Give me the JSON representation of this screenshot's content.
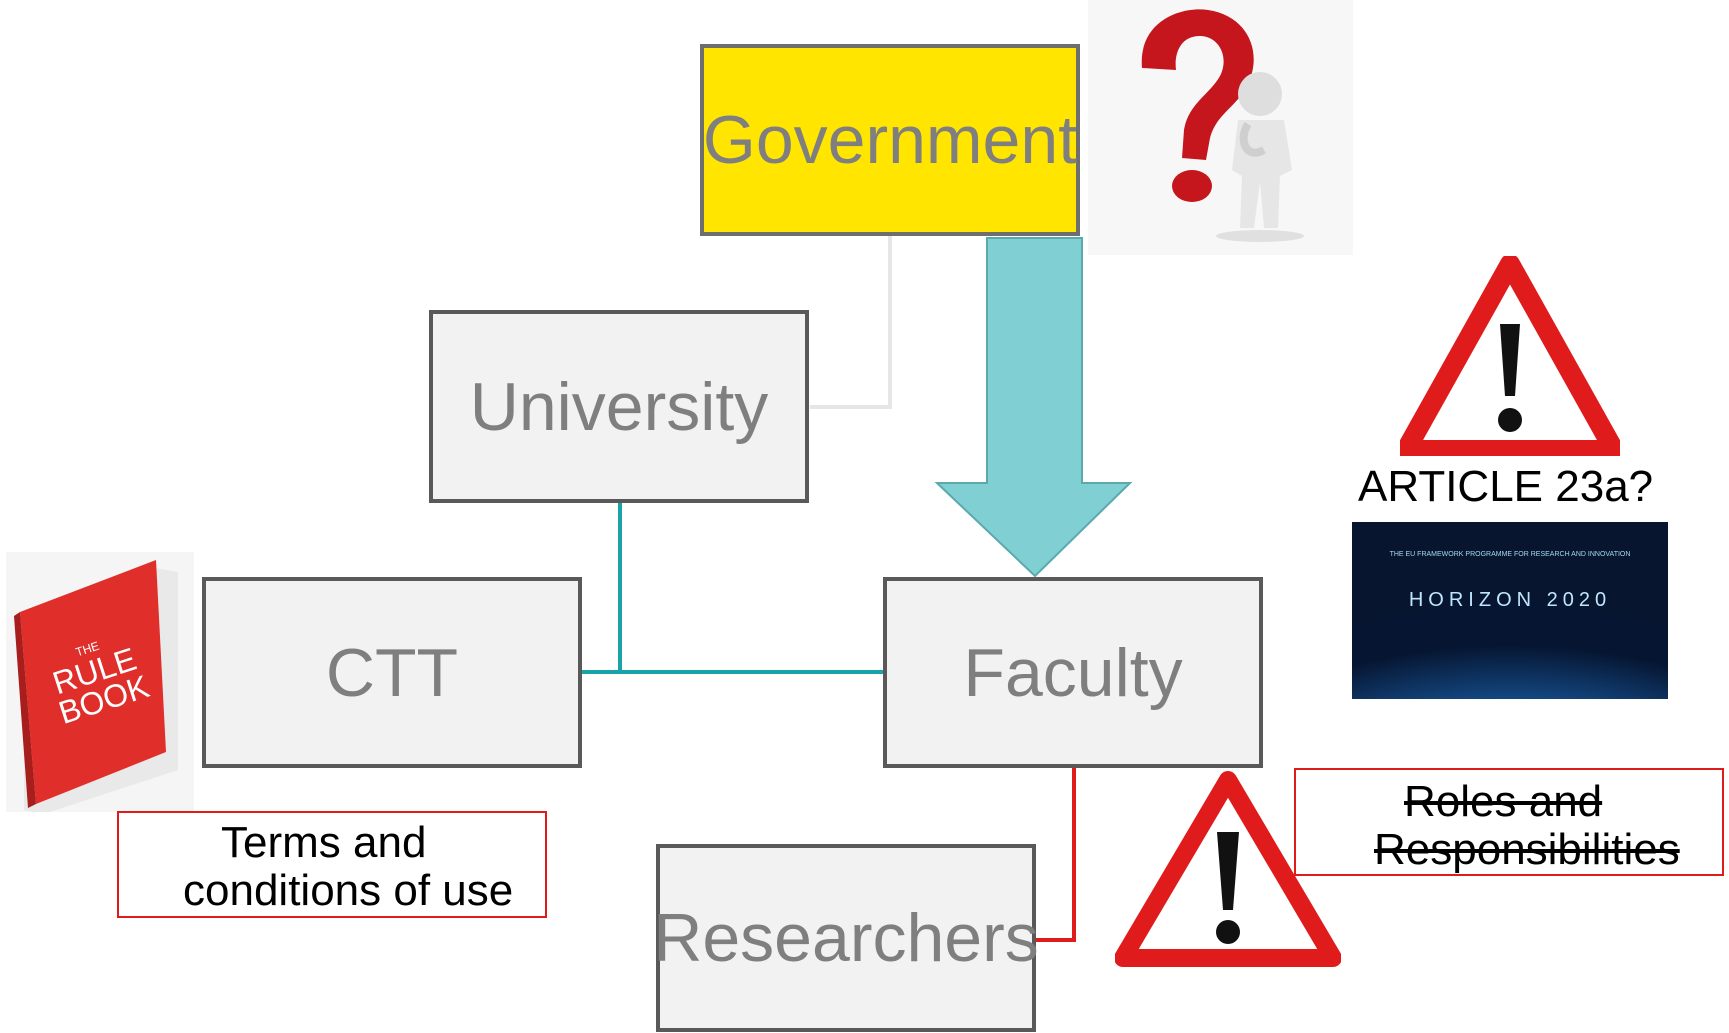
{
  "nodes": {
    "government": "Government",
    "university": "University",
    "ctt": "CTT",
    "faculty": "Faculty",
    "researchers": "Researchers"
  },
  "notes": {
    "terms_line1": "Terms and",
    "terms_line2": "conditions of use",
    "roles_line1": "Roles and",
    "roles_line2": "Responsibilities",
    "article": "ARTICLE 23a?"
  },
  "images": {
    "rulebook_line1": "THE",
    "rulebook_line2": "RULE",
    "rulebook_line3": "BOOK",
    "horizon_text": "HORIZON 2020",
    "horizon_subtitle": "THE EU FRAMEWORK PROGRAMME FOR RESEARCH AND INNOVATION"
  },
  "colors": {
    "government_fill": "#ffe500",
    "box_fill": "#f2f2f2",
    "arrow_fill": "#80cfd3",
    "teal_connector": "#1aa3a8",
    "red_connector": "#e01b1b",
    "warning_red": "#e01b1b"
  },
  "icons": [
    "question-mark-figure-icon",
    "warning-triangle-icon",
    "rulebook-image",
    "horizon-2020-logo"
  ]
}
